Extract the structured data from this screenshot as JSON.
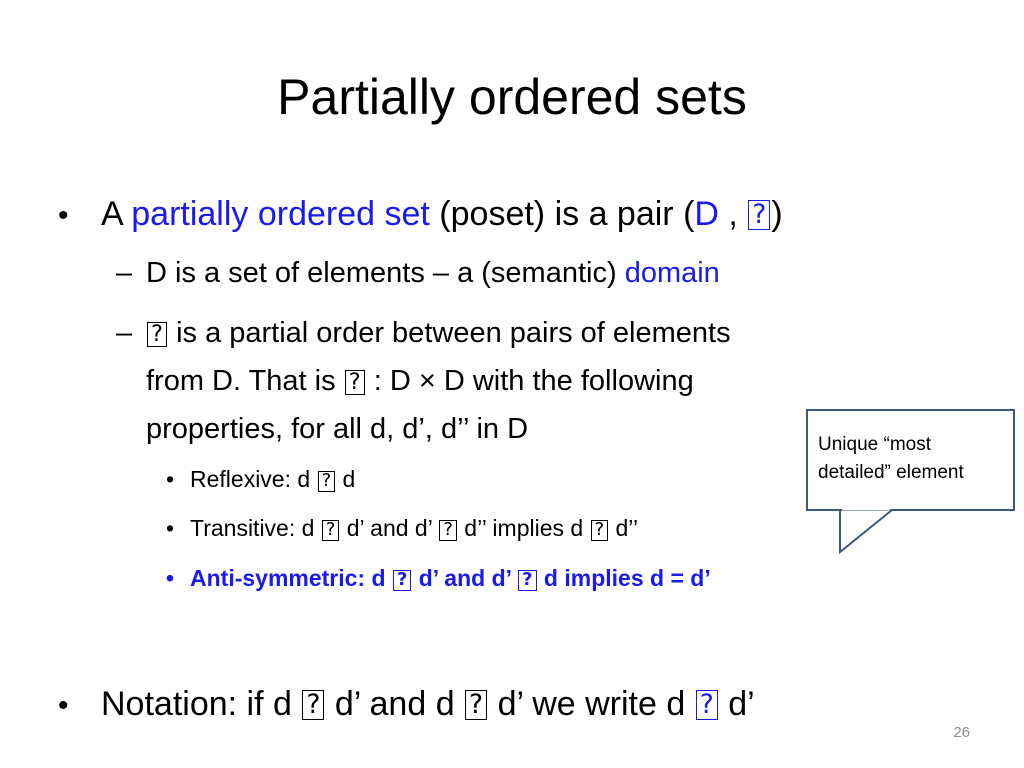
{
  "slide": {
    "title": "Partially ordered sets",
    "page_number": "26",
    "bullet1": {
      "prefix": "A ",
      "term": "partially ordered set",
      "middle": " (poset) is a pair (",
      "d": "D",
      "comma": " , ",
      "close": ")"
    },
    "sub1": {
      "dash": "–",
      "text": "D is a set of elements – a (semantic) ",
      "term": "domain"
    },
    "sub2": {
      "dash": "–",
      "line1": " is a partial order between pairs of elements",
      "line2a": "from D.  That is ",
      "line2b": " : D × D with the following",
      "line3": "properties, for all d, d’, d’’ in D"
    },
    "props": {
      "reflexive": {
        "a": "Reflexive: d ",
        "b": " d"
      },
      "transitive": {
        "a": "Transitive: d ",
        "b": " d’ and d’ ",
        "c": " d’’ implies d ",
        "d": " d’’"
      },
      "antisymmetric": {
        "a": "Anti-symmetric: d ",
        "b": " d’ and d’ ",
        "c": " d implies d = d’"
      }
    },
    "bullet2": {
      "a": "Notation: if d ",
      "b": " d’ and d ",
      "c": " d’ we write d ",
      "d": " d’"
    },
    "callout": {
      "line1": "Unique “most",
      "line2": "detailed” element"
    },
    "symbol": "?",
    "accent_color": "#1a1aee",
    "callout_border_color": "#3b5b7e"
  }
}
